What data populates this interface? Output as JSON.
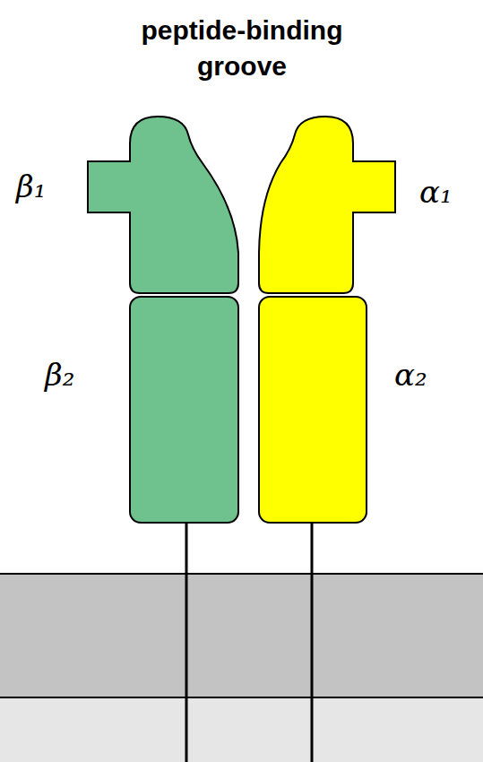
{
  "diagram": {
    "title": "peptide-binding groove",
    "labels": [
      "β₁",
      "β₂",
      "α₁",
      "α₂"
    ]
  }
}
